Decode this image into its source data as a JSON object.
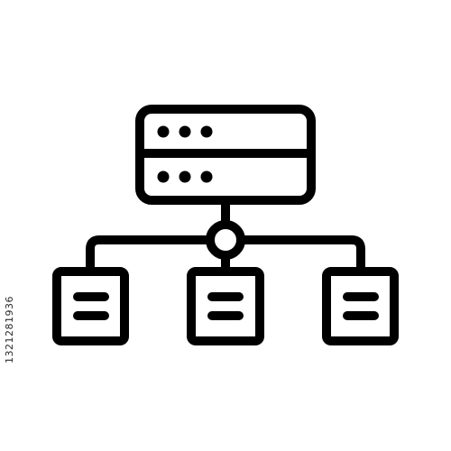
{
  "icon": {
    "name": "server-network-icon",
    "stroke_color": "#000000",
    "background_color": "#ffffff"
  },
  "server": {
    "units": [
      {
        "name": "server-unit-top",
        "indicator_lights": 3
      },
      {
        "name": "server-unit-bottom",
        "indicator_lights": 3
      }
    ]
  },
  "connection_hub": {
    "name": "hub-circle-icon"
  },
  "documents": [
    {
      "name": "document-left-icon"
    },
    {
      "name": "document-center-icon"
    },
    {
      "name": "document-right-icon"
    }
  ],
  "watermark": {
    "id_text": "1321281936"
  }
}
